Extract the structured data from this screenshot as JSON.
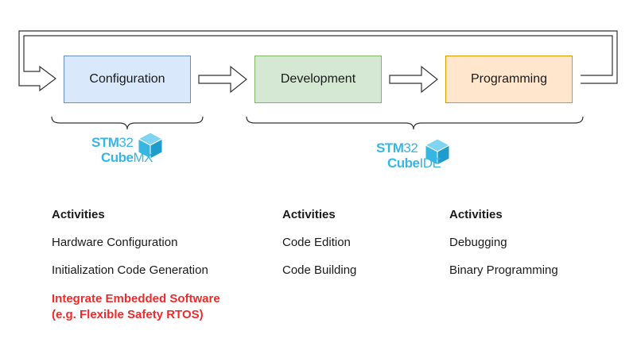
{
  "colors": {
    "stroke": "#333333",
    "config_fill": "#dae8fc",
    "config_border": "#6c8ebf",
    "dev_fill": "#d5e8d4",
    "dev_border": "#82b366",
    "prog_fill": "#ffe6cc",
    "prog_border": "#d79b00",
    "logo_blue": "#38b6e3",
    "highlight_red": "#ee2b2b"
  },
  "stages": {
    "configuration": "Configuration",
    "development": "Development",
    "programming": "Programming"
  },
  "logos": {
    "cubemx": {
      "prefix": "STM",
      "number": "32",
      "cube": "Cube",
      "suffix": "MX"
    },
    "cubeide": {
      "prefix": "STM",
      "number": "32",
      "cube": "Cube",
      "suffix": "IDE"
    }
  },
  "activities": {
    "cubemx": {
      "heading": "Activities",
      "items": [
        "Hardware Configuration",
        "Initialization Code Generation"
      ],
      "highlight": [
        "Integrate Embedded Software",
        "(e.g. Flexible Safety RTOS)"
      ]
    },
    "development": {
      "heading": "Activities",
      "items": [
        "Code Edition",
        "Code Building"
      ]
    },
    "programming": {
      "heading": "Activities",
      "items": [
        "Debugging",
        "Binary Programming"
      ]
    }
  }
}
